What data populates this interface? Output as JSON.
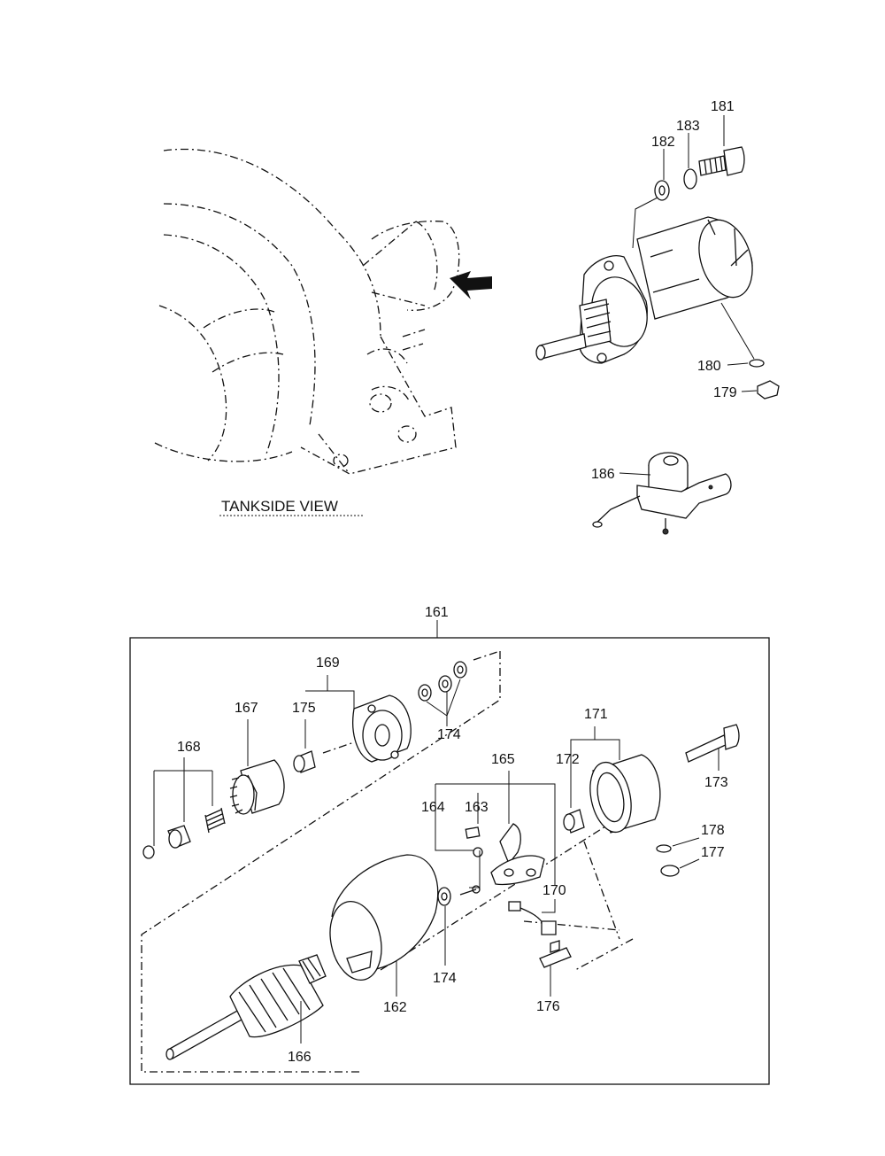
{
  "view_label": "TANKSIDE    VIEW",
  "callouts": {
    "c161": "161",
    "c162": "162",
    "c163": "163",
    "c164": "164",
    "c165": "165",
    "c166": "166",
    "c167": "167",
    "c168": "168",
    "c169": "169",
    "c170": "170",
    "c171": "171",
    "c172": "172",
    "c173": "173",
    "c174a": "174",
    "c174b": "174",
    "c175": "175",
    "c176": "176",
    "c177": "177",
    "c178": "178",
    "c179": "179",
    "c180": "180",
    "c181": "181",
    "c182": "182",
    "c183": "183",
    "c186": "186"
  }
}
